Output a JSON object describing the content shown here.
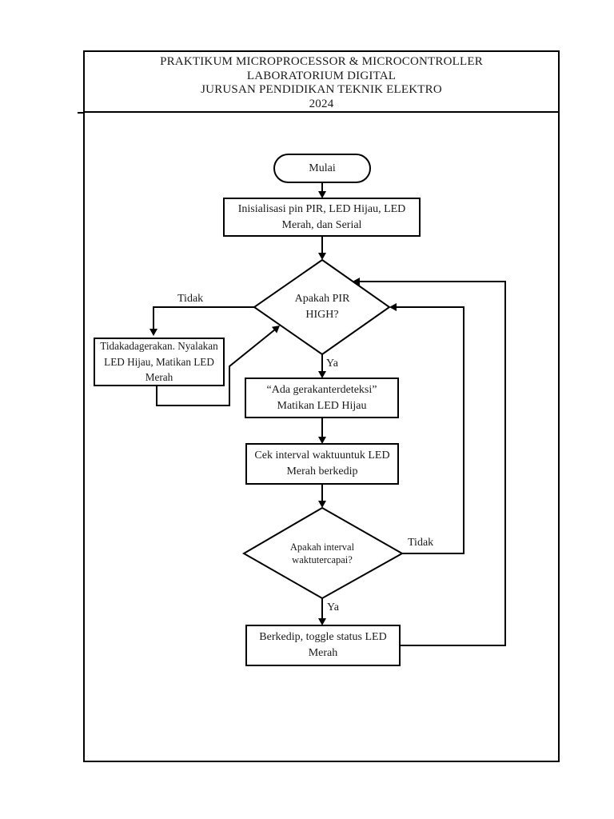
{
  "document": {
    "header": {
      "line1": "PRAKTIKUM MICROPROCESSOR & MICROCONTROLLER",
      "line2": "LABORATORIUM DIGITAL",
      "line3": "JURUSAN PENDIDIKAN TEKNIK ELEKTRO",
      "line4": "2024"
    }
  },
  "flowchart": {
    "nodes": {
      "start": {
        "type": "terminator",
        "label": "Mulai"
      },
      "init": {
        "type": "process",
        "lines": [
          "Inisialisasi pin PIR, LED Hijau, LED",
          "Merah, dan Serial"
        ]
      },
      "decision_pir": {
        "type": "decision",
        "lines": [
          "Apakah PIR",
          "HIGH?"
        ]
      },
      "no_motion": {
        "type": "process",
        "lines": [
          "Tidakadagerakan. Nyalakan",
          "LED Hijau, Matikan LED",
          "Merah"
        ]
      },
      "motion_detected": {
        "type": "process",
        "lines": [
          "“Ada gerakanterdeteksi”",
          "Matikan LED Hijau"
        ]
      },
      "check_interval": {
        "type": "process",
        "lines": [
          "Cek interval waktuuntuk LED",
          "Merah berkedip"
        ]
      },
      "decision_interval": {
        "type": "decision",
        "lines": [
          "Apakah interval",
          "waktutercapai?"
        ]
      },
      "blink": {
        "type": "process",
        "lines": [
          "Berkedip, toggle status LED",
          "Merah"
        ]
      }
    },
    "edge_labels": {
      "pir_no": "Tidak",
      "pir_yes": "Ya",
      "interval_no": "Tidak",
      "interval_yes": "Ya"
    },
    "colors": {
      "line": "#000000",
      "shape_fill": "#ffffff",
      "text": "#1a1a1a",
      "background": "#ffffff"
    }
  }
}
